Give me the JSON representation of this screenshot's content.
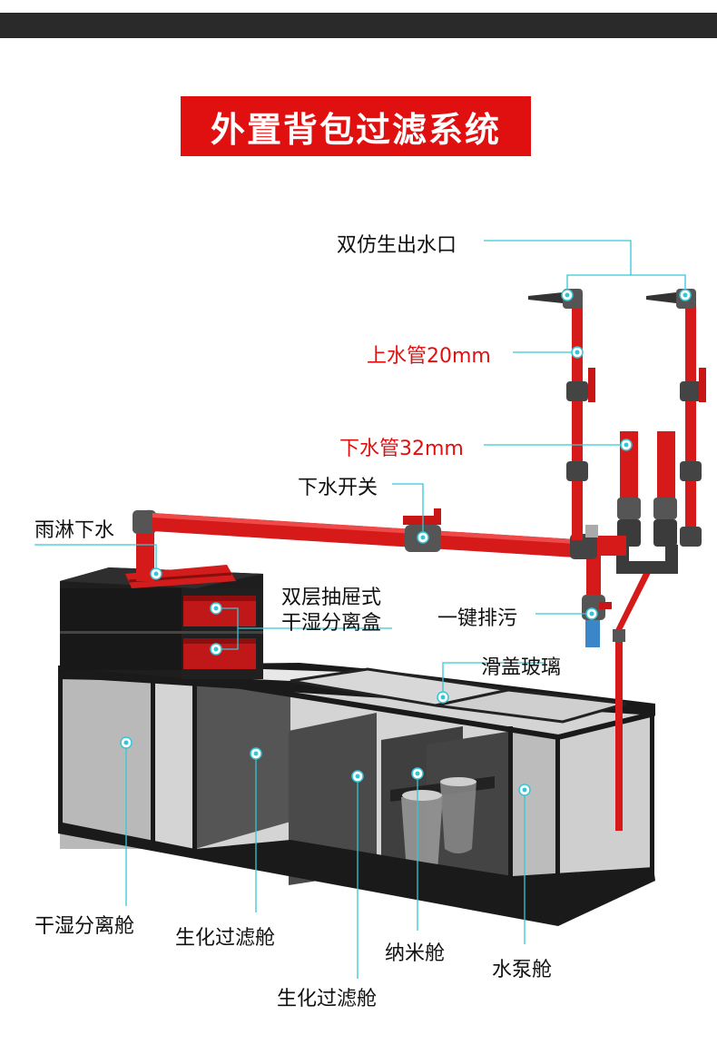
{
  "title": "外置背包过滤系统",
  "colors": {
    "accent_red": "#e11010",
    "pipe_red": "#d61a1a",
    "leader_cyan": "#35c6d6",
    "tank_black": "#1a1a1a",
    "glass_gray": "#c9c9c9"
  },
  "labels": {
    "outlet": "双仿生出水口",
    "inlet_pipe": "上水管20mm",
    "drain_pipe": "下水管32mm",
    "drain_switch": "下水开关",
    "rain_drain": "雨淋下水",
    "drawer_box_line1": "双层抽屉式",
    "drawer_box_line2": "干湿分离盒",
    "one_key_drain": "一键排污",
    "sliding_glass": "滑盖玻璃",
    "dry_wet_chamber": "干湿分离舱",
    "bio_chamber_1": "生化过滤舱",
    "bio_chamber_2": "生化过滤舱",
    "nano_chamber": "纳米舱",
    "pump_chamber": "水泵舱"
  }
}
